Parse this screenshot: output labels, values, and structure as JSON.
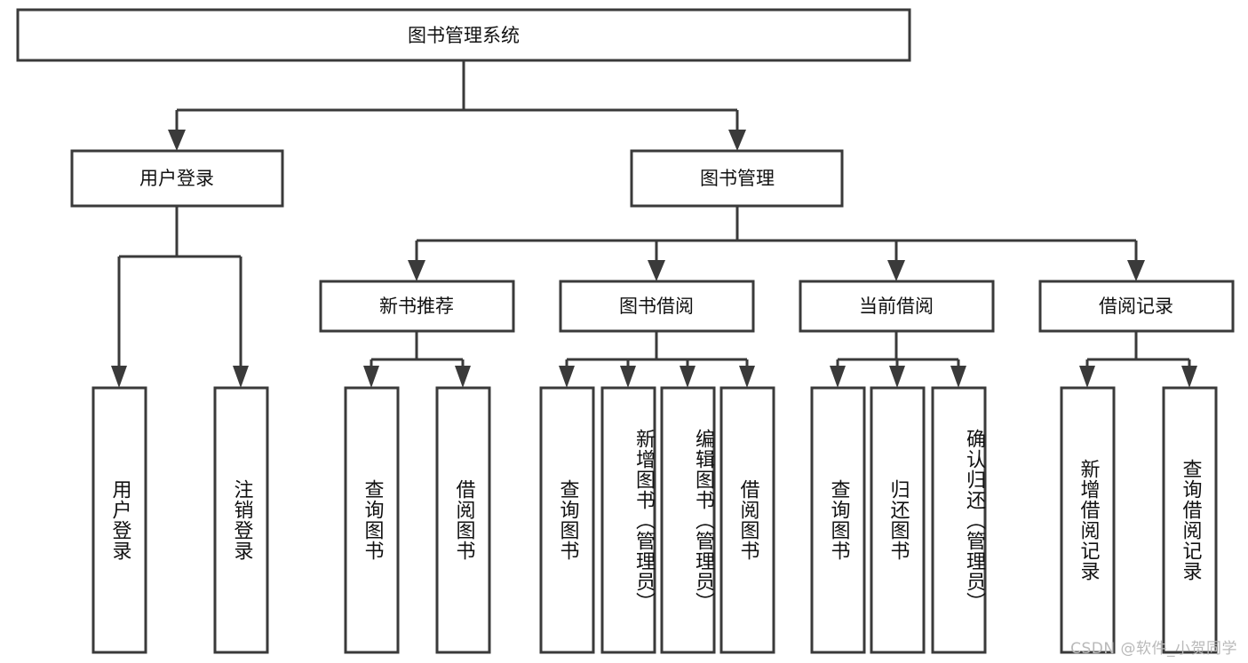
{
  "diagram": {
    "title": "图书管理系统",
    "type": "tree",
    "watermark": "CSDN @软件_小贺同学",
    "colors": {
      "box_fill": "#ffffff",
      "box_stroke": "#3a3a3a",
      "connector": "#3a3a3a",
      "text": "#111111",
      "watermark": "#b9b9b9"
    },
    "root": {
      "label": "图书管理系统"
    },
    "level1": [
      {
        "label": "用户登录"
      },
      {
        "label": "图书管理"
      }
    ],
    "level2": [
      {
        "label": "新书推荐"
      },
      {
        "label": "图书借阅"
      },
      {
        "label": "当前借阅"
      },
      {
        "label": "借阅记录"
      }
    ],
    "leaves": {
      "user_login": [
        {
          "label": "用户登录"
        },
        {
          "label": "注销登录"
        }
      ],
      "new_book_recommend": [
        {
          "label": "查询图书"
        },
        {
          "label": "借阅图书"
        }
      ],
      "book_borrow": [
        {
          "label": "查询图书"
        },
        {
          "label": "新增图书（管理员）"
        },
        {
          "label": "编辑图书（管理员）"
        },
        {
          "label": "借阅图书"
        }
      ],
      "current_borrow": [
        {
          "label": "查询图书"
        },
        {
          "label": "归还图书"
        },
        {
          "label": "确认归还（管理员）"
        }
      ],
      "borrow_record": [
        {
          "label": "新增借阅记录"
        },
        {
          "label": "查询借阅记录"
        }
      ]
    }
  }
}
